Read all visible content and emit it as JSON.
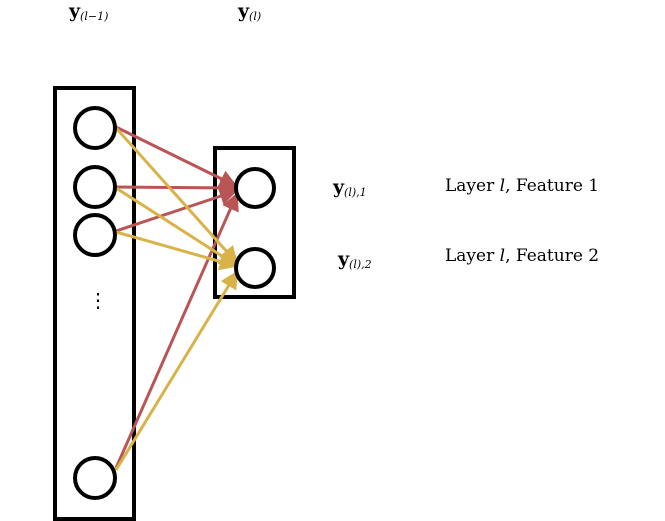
{
  "labels": {
    "prev_layer": {
      "symbol": "y",
      "subscript": "(l−1)"
    },
    "curr_layer": {
      "symbol": "y",
      "subscript": "(l)"
    },
    "feature1": {
      "symbol": "y",
      "subscript": "(l),1"
    },
    "feature2": {
      "symbol": "y",
      "subscript": "(l),2"
    }
  },
  "descriptions": {
    "feature1": {
      "prefix": "Layer ",
      "var": "l",
      "suffix": ", Feature 1"
    },
    "feature2": {
      "prefix": "Layer ",
      "var": "l",
      "suffix": ", Feature 2"
    }
  },
  "ellipsis": "⋮",
  "colors": {
    "to_feature1": "#b95555",
    "to_feature2": "#d9b24a",
    "stroke": "#000000"
  }
}
